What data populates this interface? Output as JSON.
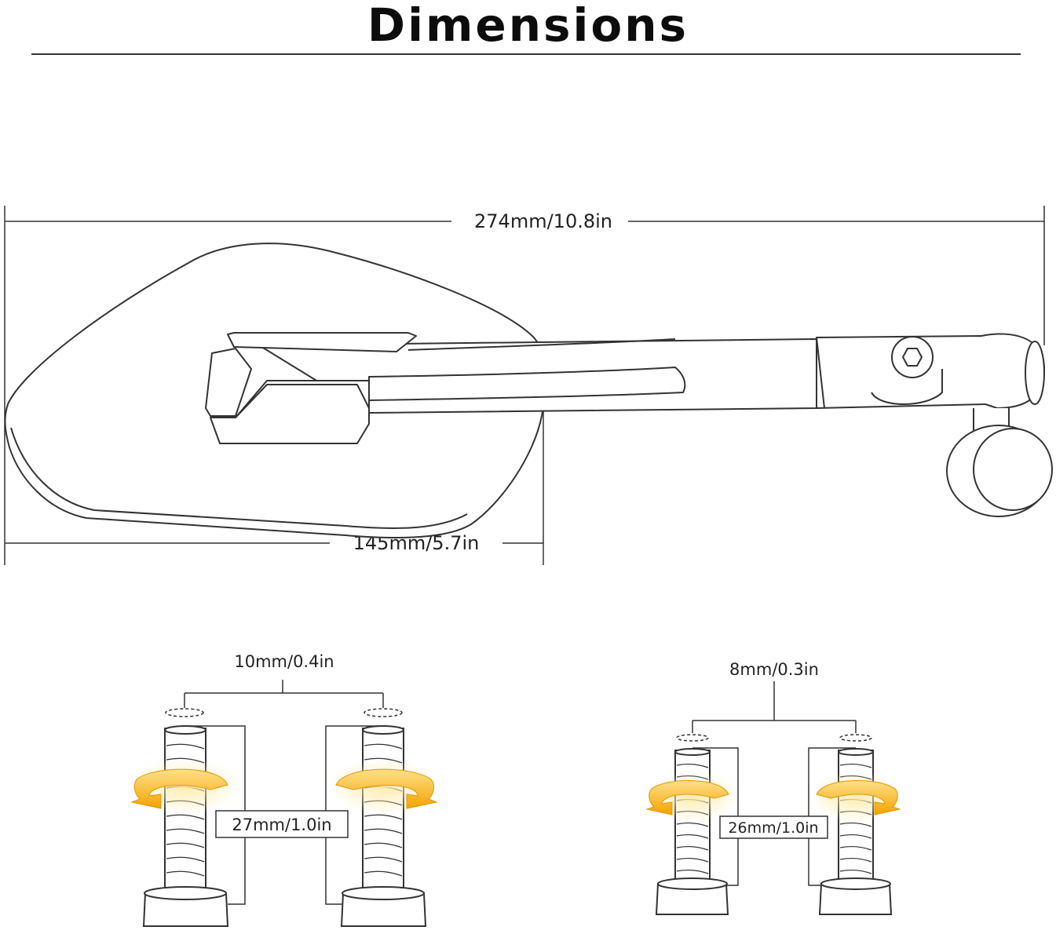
{
  "title": "Dimensions",
  "mirror": {
    "overall_length": "274mm/10.8in",
    "head_width": "145mm/5.7in"
  },
  "bolt_large": {
    "thread": "10mm/0.4in",
    "length": "27mm/1.0in"
  },
  "bolt_small": {
    "thread": "8mm/0.3in",
    "length": "26mm/1.0in"
  },
  "colors": {
    "line": "#333333",
    "arrow": "#f2a400",
    "arrow_light": "#ffd46b"
  }
}
